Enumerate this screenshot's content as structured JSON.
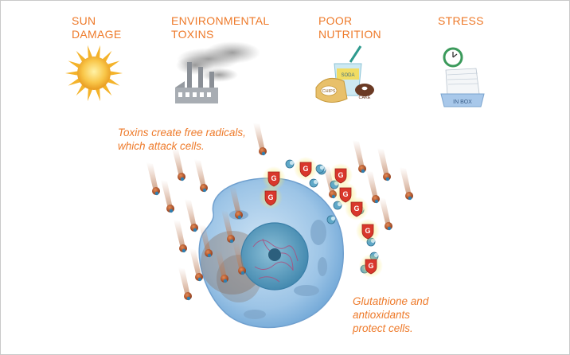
{
  "categories": [
    {
      "id": "sun",
      "label": "SUN\nDAMAGE",
      "icon": "sun-icon"
    },
    {
      "id": "toxins",
      "label": "ENVIRONMENTAL\nTOXINS",
      "icon": "factory-smoke-icon"
    },
    {
      "id": "nutrition",
      "label": "POOR\nNUTRITION",
      "icon": "junk-food-icon"
    },
    {
      "id": "stress",
      "label": "STRESS",
      "icon": "clock-inbox-icon"
    }
  ],
  "illustration_text": {
    "soda": "SODA",
    "chips": "CHIPS",
    "cake": "CAKE",
    "inbox": "IN BOX",
    "glutathione_letter": "G"
  },
  "captions": {
    "radicals": "Toxins create free radicals,\nwhich attack cells.",
    "protect": "Glutathione and\nantioxidants\nprotect cells."
  },
  "colors": {
    "accent_orange": "#ee7a2a",
    "cell_blue": "#7fb2dc",
    "nucleus": "#5f9fc4",
    "radical_brown": "#b5542a",
    "glutathione_red": "#d9372b",
    "glow_yellow": "#f5e25a"
  }
}
